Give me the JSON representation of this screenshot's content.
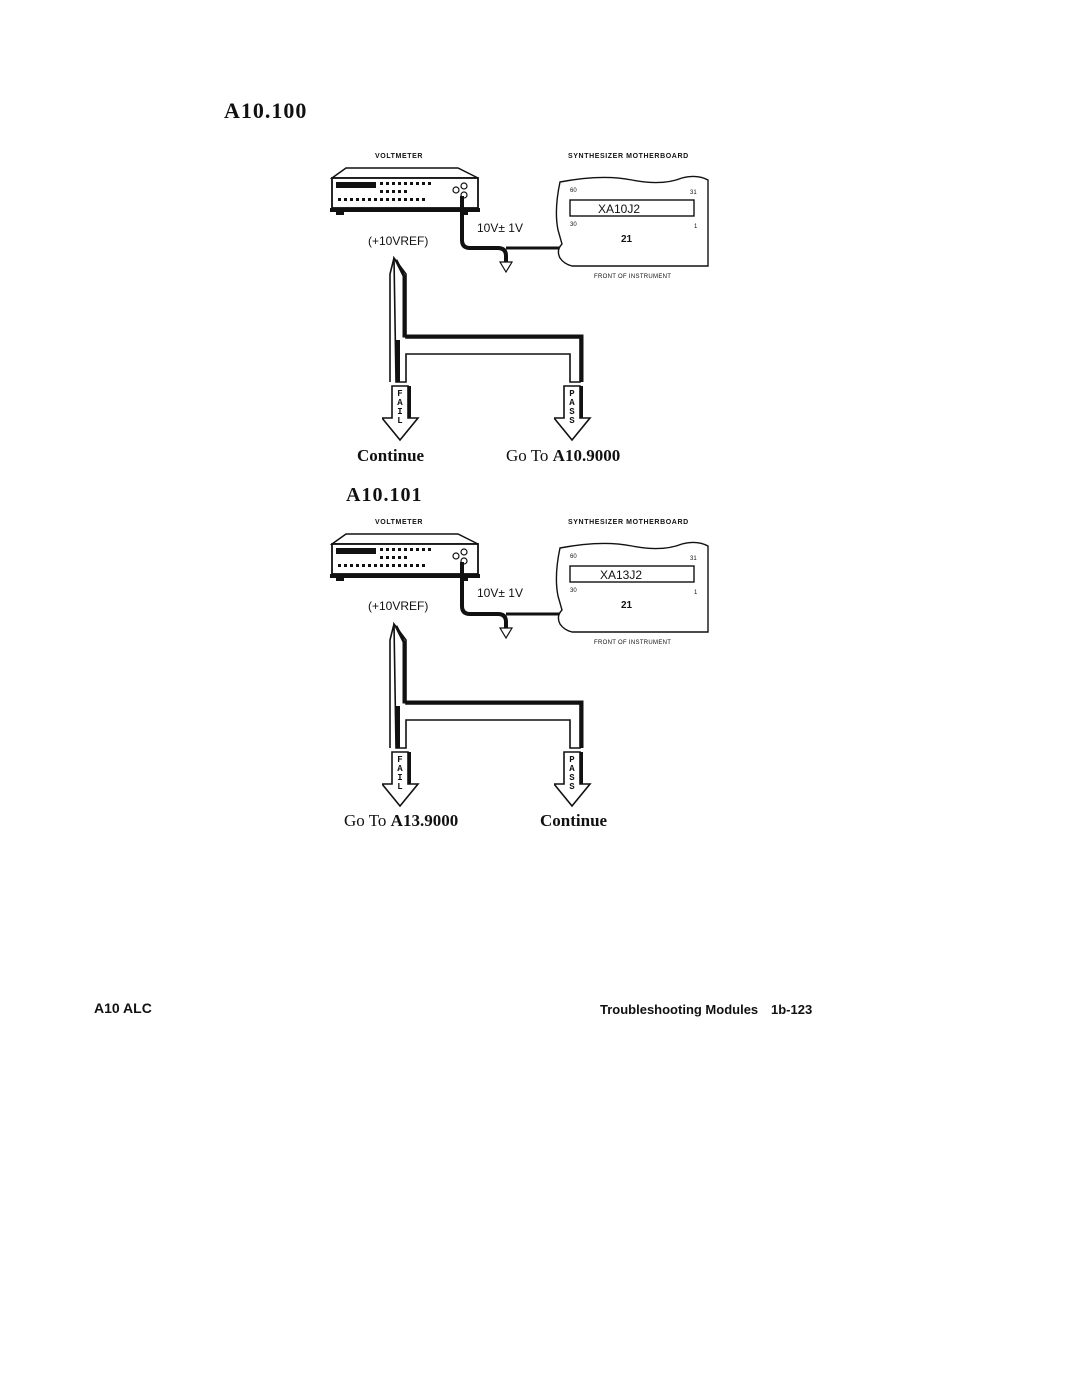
{
  "tests": [
    {
      "id": "A10.100",
      "voltmeter_label": "VOLTMETER",
      "board_label": "SYNTHESIZER MOTHERBOARD",
      "connector": "XA10J2",
      "pin_top_left": "60",
      "pin_top_right": "31",
      "pin_bottom_left": "30",
      "pin_bottom_right": "1",
      "pin": "21",
      "reading": "10V± 1V",
      "ref": "(+10VREF)",
      "front_label": "FRONT OF INSTRUMENT",
      "fail_letters": [
        "F",
        "A",
        "I",
        "L"
      ],
      "pass_letters": [
        "P",
        "A",
        "S",
        "S"
      ],
      "fail_outcome_prefix": "",
      "fail_outcome": "Continue",
      "pass_outcome_prefix": "Go To ",
      "pass_outcome": "A10.9000"
    },
    {
      "id": "A10.101",
      "voltmeter_label": "VOLTMETER",
      "board_label": "SYNTHESIZER MOTHERBOARD",
      "connector": "XA13J2",
      "pin_top_left": "60",
      "pin_top_right": "31",
      "pin_bottom_left": "30",
      "pin_bottom_right": "1",
      "pin": "21",
      "reading": "10V± 1V",
      "ref": "(+10VREF)",
      "front_label": "FRONT OF INSTRUMENT",
      "fail_letters": [
        "F",
        "A",
        "I",
        "L"
      ],
      "pass_letters": [
        "P",
        "A",
        "S",
        "S"
      ],
      "fail_outcome_prefix": "Go To ",
      "fail_outcome": "A13.9000",
      "pass_outcome_prefix": "",
      "pass_outcome": "Continue"
    }
  ],
  "footer": {
    "left": "A10 ALC",
    "right": "Troubleshooting Modules",
    "page": "1b-123"
  }
}
